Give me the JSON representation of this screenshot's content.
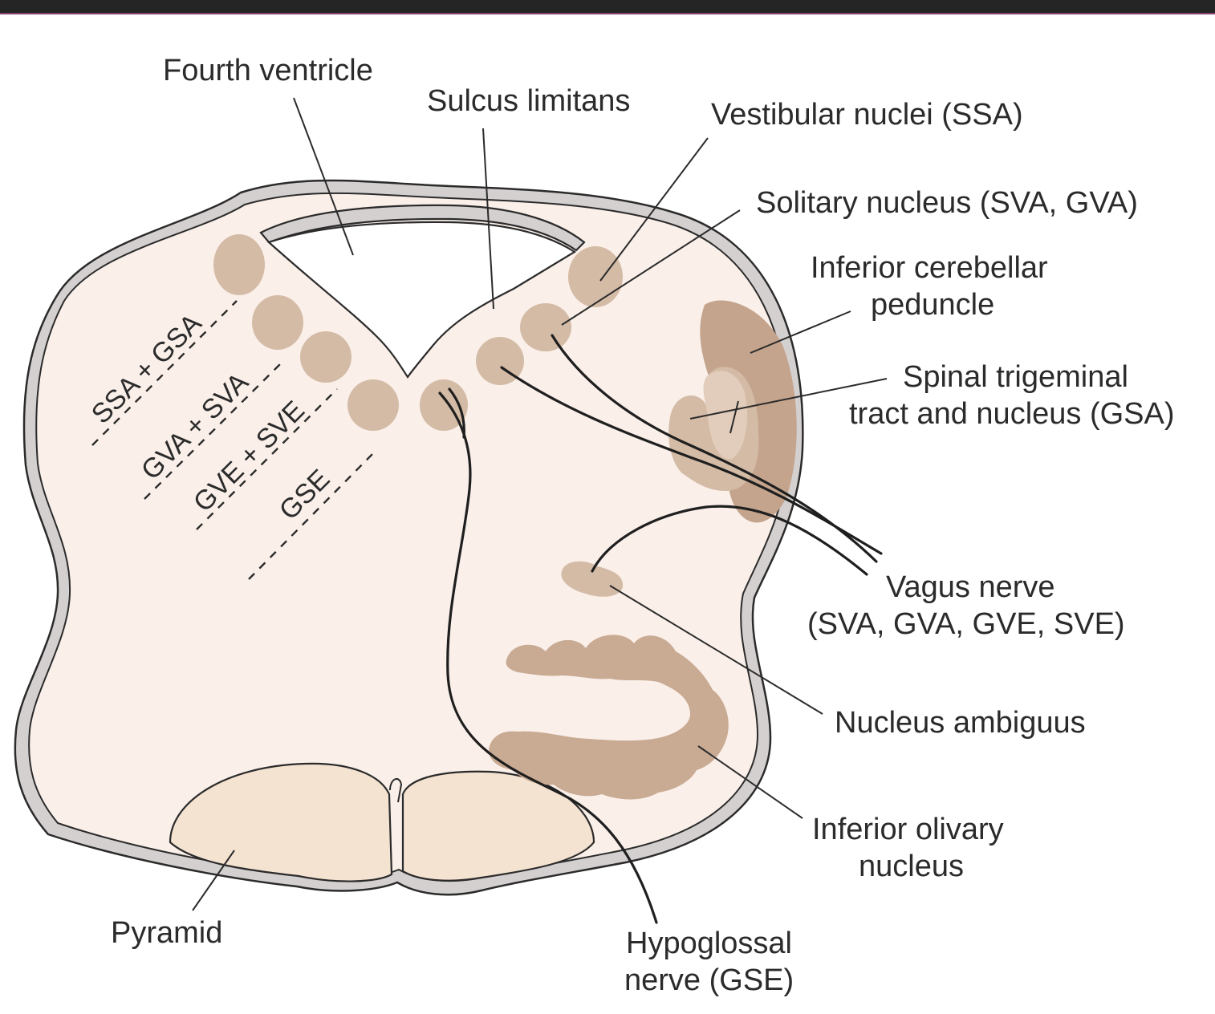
{
  "labels": {
    "fourth_ventricle": "Fourth ventricle",
    "sulcus_limitans": "Sulcus limitans",
    "vestibular_nuclei": "Vestibular nuclei (SSA)",
    "solitary_nucleus": "Solitary nucleus (SVA, GVA)",
    "inferior_cerebellar_peduncle": [
      "Inferior cerebellar",
      "peduncle"
    ],
    "spinal_trigeminal": [
      "Spinal trigeminal",
      "tract and nucleus (GSA)"
    ],
    "vagus_nerve": [
      "Vagus nerve",
      "(SVA, GVA, GVE, SVE)"
    ],
    "nucleus_ambiguus": "Nucleus ambiguus",
    "inferior_olivary_nucleus": [
      "Inferior olivary",
      "nucleus"
    ],
    "pyramid": "Pyramid",
    "hypoglossal_nerve": [
      "Hypoglossal",
      "nerve (GSE)"
    ]
  },
  "columns": [
    "SSA + GSA",
    "GVA + SVA",
    "GVE + SVE",
    "GSE"
  ],
  "colors": {
    "background": "#ffffff",
    "top_bar": "#252525",
    "top_bar_accent": "#8a3e6a",
    "tissue": "#faefe9",
    "membrane": "#d5d0d0",
    "nucleus": "#d4bba6",
    "peduncle": "#c4a48c",
    "pyramid": "#f5e3d2",
    "ink": "#2b2b2b"
  }
}
